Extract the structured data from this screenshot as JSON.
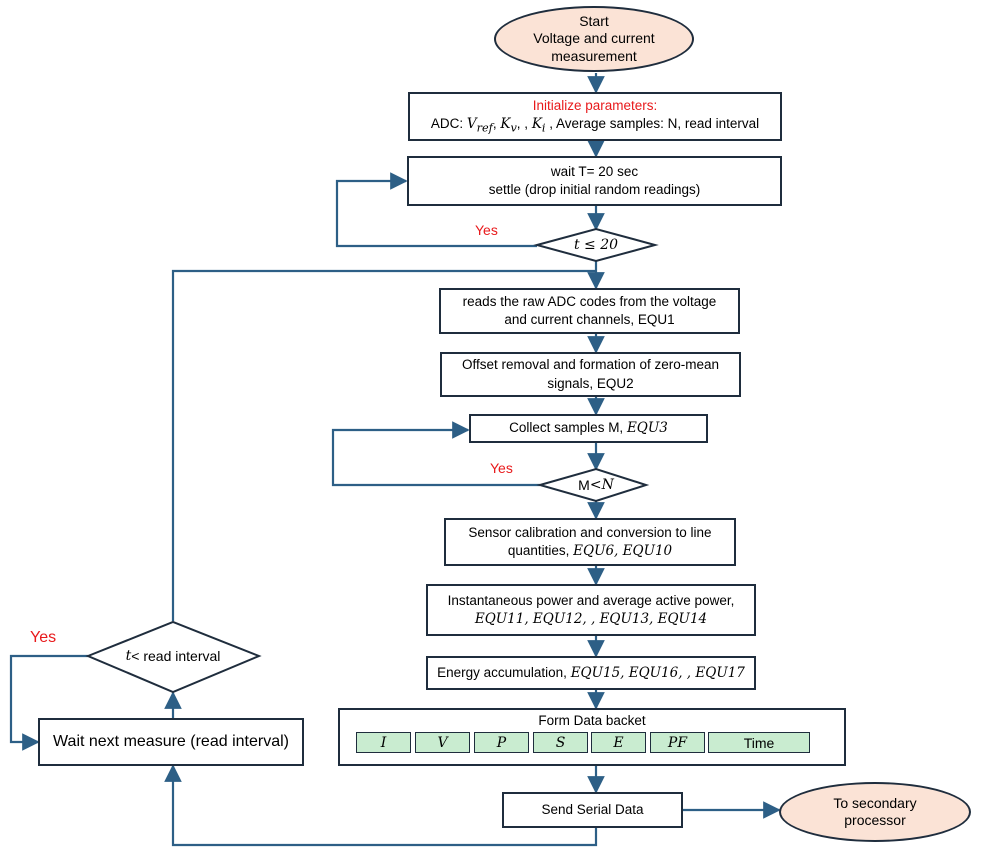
{
  "start": {
    "line1": "Start",
    "line2": "Voltage and current",
    "line3": "measurement"
  },
  "init": {
    "title": "Initialize parameters:",
    "adc_prefix": "ADC: ",
    "vref": "V",
    "vref_sub": "ref",
    "kv": "K",
    "kv_sub": "v",
    "ki": "K",
    "ki_sub": "i",
    "rest": " , Average samples: N, read interval"
  },
  "wait": {
    "line1": "wait T= 20 sec",
    "line2": "settle (drop initial random readings)"
  },
  "decision_t20": {
    "label": "t ≤ 20",
    "yes": "Yes"
  },
  "read_adc": {
    "line1": "reads the raw ADC codes from the voltage",
    "line2": "and current channels, EQU1"
  },
  "offset": {
    "line1": "Offset removal and formation of zero-mean",
    "line2": "signals, EQU2"
  },
  "collect": {
    "text": "Collect samples M, ",
    "equ": "EQU3"
  },
  "decision_mn": {
    "m": "M",
    "op": " < ",
    "n": "N",
    "yes": "Yes"
  },
  "calibration": {
    "line1": "Sensor calibration and conversion to line",
    "line2_text": "quantities, ",
    "line2_equ": "EQU6, EQU10"
  },
  "power": {
    "line1": "Instantaneous power and average active power,",
    "line2": "EQU11, EQU12, , EQU13, EQU14"
  },
  "energy": {
    "text": "Energy accumulation, ",
    "equ": "EQU15, EQU16, , EQU17"
  },
  "packet": {
    "title": "Form Data backet",
    "cells": [
      "I",
      "V",
      "P",
      "S",
      "E",
      "PF",
      "Time"
    ]
  },
  "send": {
    "label": "Send Serial Data"
  },
  "secondary": {
    "line1": "To secondary",
    "line2": "processor"
  },
  "decision_read": {
    "t": "t",
    "rest": " < read interval",
    "yes": "Yes"
  },
  "wait_next": {
    "label": "Wait next measure (read interval)"
  },
  "colors": {
    "line": "#2d5f86",
    "fill_oval": "#fbe3d6",
    "fill_cell": "#c9ecd0",
    "yes": "#e8191b",
    "border": "#1f2d3d"
  }
}
